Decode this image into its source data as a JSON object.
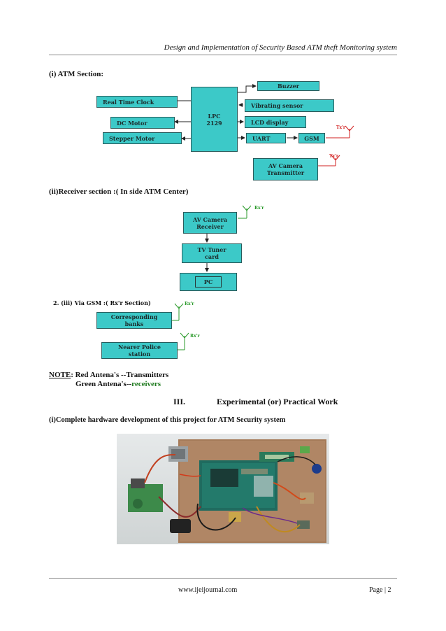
{
  "header": {
    "title": "Design and Implementation of Security Based ATM theft Monitoring system"
  },
  "atm_section": {
    "heading": "(i) ATM Section:",
    "blocks": {
      "rtc": "Real Time Clock",
      "dc_motor": "DC Motor",
      "stepper_motor": "Stepper Motor",
      "lpc_line1": "LPC",
      "lpc_line2": "2129",
      "buzzer": "Buzzer",
      "vibrating_sensor": "Vibrating sensor",
      "lcd_display": "LCD display",
      "uart": "UART",
      "gsm": "GSM",
      "av_tx_line1": "AV Camera",
      "av_tx_line2": "Transmitter"
    },
    "antenna_tx_label": "Tx'r"
  },
  "receiver_section": {
    "heading": "(ii)Receiver section :( In side ATM Center)",
    "blocks": {
      "av_rx_line1": "AV Camera",
      "av_rx_line2": "Receiver",
      "tv_line1": "TV Tuner",
      "tv_line2": "card",
      "pc": "PC"
    },
    "antenna_rx_label": "Rx'r"
  },
  "gsm_section": {
    "heading": "2. (iii) Via GSM :( Rx'r Section)",
    "blocks": {
      "banks_line1": "Corresponding",
      "banks_line2": "banks",
      "police_line1": "Nearer Police",
      "police_line2": "station"
    },
    "antenna_rx_label": "Rx'r"
  },
  "note": {
    "label": "NOTE",
    "line1": ": Red Antena's --Transmitters",
    "line2_prefix": "Green Antena's--",
    "line2_highlight": "receivers"
  },
  "section3": {
    "number": "III.",
    "title": "Experimental (or) Practical Work"
  },
  "hardware_caption": "(i)Complete hardware development of this project for ATM   Security system",
  "footer": {
    "url": "www.ijeijournal.com",
    "page": "Page | 2"
  },
  "colors": {
    "block_fill": "#3cc9c8",
    "tx_antenna": "#d22020",
    "rx_antenna": "#2a9a2a"
  }
}
